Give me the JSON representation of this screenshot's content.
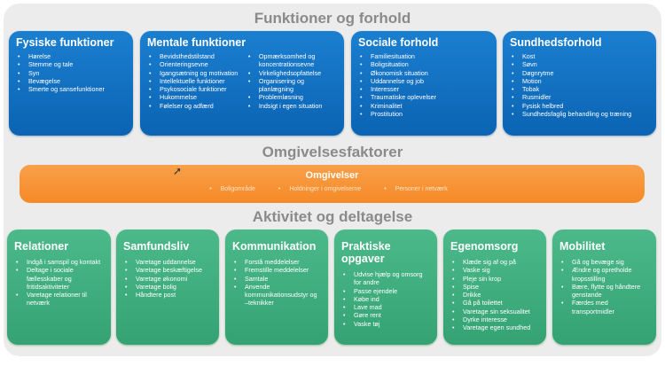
{
  "sections": {
    "top": "Funktioner og forhold",
    "middle": "Omgivelsesfaktorer",
    "bottom": "Aktivitet og deltagelse"
  },
  "blue_boxes": [
    {
      "title": "Fysiske funktioner",
      "items": [
        "Hørelse",
        "Stemme og tale",
        "Syn",
        "Bevægelse",
        "Smerte og sansefunktioner"
      ]
    },
    {
      "title": "Mentale funktioner",
      "items": [
        "Bevidsthedstilstand",
        "Orienteringsevne",
        "Igangsætning og motivation",
        "Intellektuelle funktioner",
        "Psykosociale funktioner",
        "Hukommelse",
        "Følelser og adfærd"
      ],
      "items2": [
        "Opmærksomhed og koncentrationsevne",
        "Virkelighedsopfattelse",
        "Organisering og planlægning",
        "Problemløsning",
        "Indsigt i egen situation"
      ]
    },
    {
      "title": "Sociale forhold",
      "items": [
        "Familiesituation",
        "Boligsituation",
        "Økonomisk situation",
        "Uddannelse og job",
        "Interesser",
        "Traumatiske oplevelser",
        "Kriminalitet",
        "Prostitution"
      ]
    },
    {
      "title": "Sundhedsforhold",
      "items": [
        "Kost",
        "Søvn",
        "Døgnrytme",
        "Motion",
        "Tobak",
        "Rusmidler",
        "Fysisk helbred",
        "Sundhedsfaglig behandling og træning"
      ]
    }
  ],
  "orange_box": {
    "title": "Omgivelser",
    "items": [
      "Boligområde",
      "Holdninger i omgivelserne",
      "Personer i netværk"
    ]
  },
  "green_boxes": [
    {
      "title": "Relationer",
      "items": [
        "Indgå i samspil og kontakt",
        "Deltage i sociale fællesskaber og fritidsaktiviteter",
        "Varetage relationer til netværk"
      ]
    },
    {
      "title": "Samfundsliv",
      "items": [
        "Varetage uddannelse",
        "Varetage beskæftigelse",
        "Varetage økonomi",
        "Varetage bolig",
        "Håndtere post"
      ]
    },
    {
      "title": "Kommunikation",
      "items": [
        "Forstå meddelelser",
        "Fremstille meddelelser",
        "Samtale",
        "Anvende kommunikationsudstyr og –teknikker"
      ]
    },
    {
      "title": "Praktiske opgaver",
      "items": [
        "Udvise hjælp og omsorg for andre",
        "Passe ejendele",
        "Købe ind",
        "Lave mad",
        "Gøre rent",
        "Vaske tøj"
      ]
    },
    {
      "title": "Egenomsorg",
      "items": [
        "Klæde sig af og på",
        "Vaske sig",
        "Pleje sin krop",
        "Spise",
        "Drikke",
        "Gå på toilettet",
        "Varetage sin seksualitet",
        "Dyrke interesse",
        "Varetage egen sundhed"
      ]
    },
    {
      "title": "Mobilitet",
      "items": [
        "Gå og bevæge sig",
        "Ændre og opretholde kropsstilling",
        "Bære, flytte og håndtere genstande",
        "Færdes med transportmidler"
      ]
    }
  ]
}
